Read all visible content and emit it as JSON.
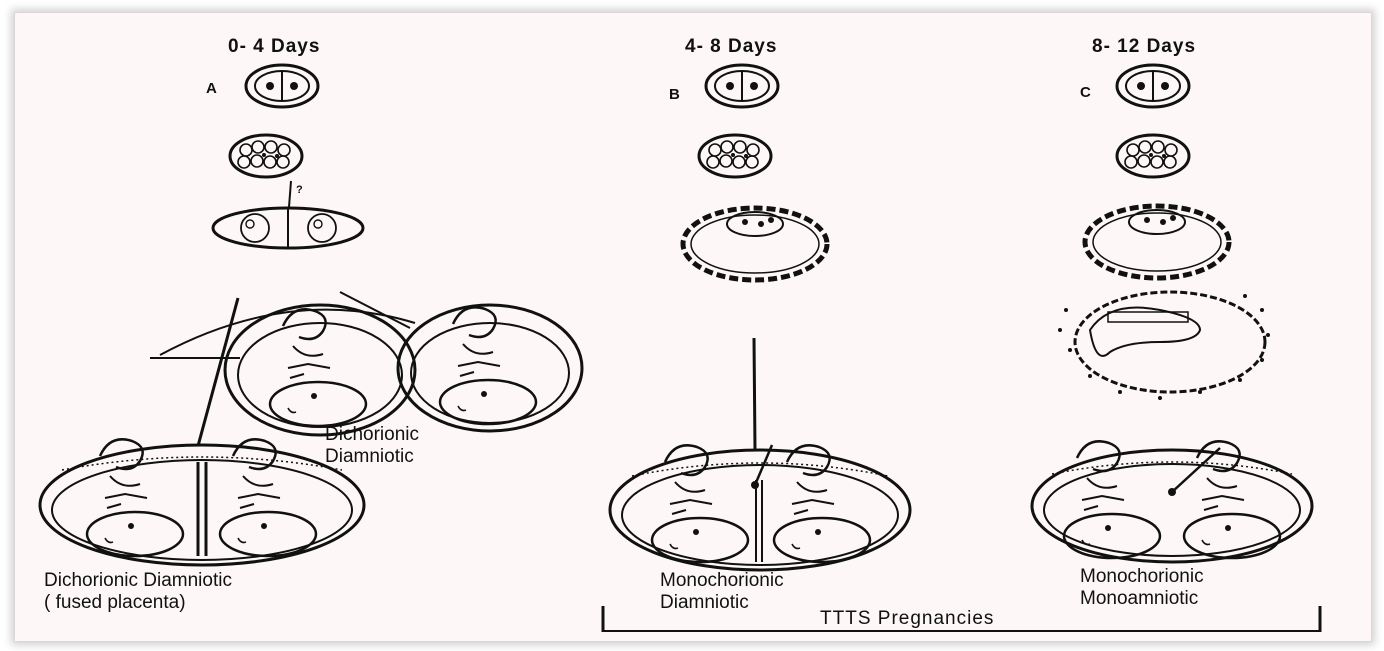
{
  "columns": [
    {
      "heading": "0- 4 Days",
      "tag": "A"
    },
    {
      "heading": "4- 8 Days",
      "tag": "B"
    },
    {
      "heading": "8- 12 Days",
      "tag": "C"
    }
  ],
  "question_mark": "?",
  "labels": {
    "dichorionic_separate_line1": "Dichorionic",
    "dichorionic_separate_line2": "Diamniotic",
    "dichorionic_fused_line1": "Dichorionic Diamniotic",
    "dichorionic_fused_line2": "( fused placenta)",
    "mono_di_line1": "Monochorionic",
    "mono_di_line2": "Diamniotic",
    "mono_mono_line1": "Monochorionic",
    "mono_mono_line2": "Monoamniotic"
  },
  "bracket_label": "TTTS Pregnancies"
}
